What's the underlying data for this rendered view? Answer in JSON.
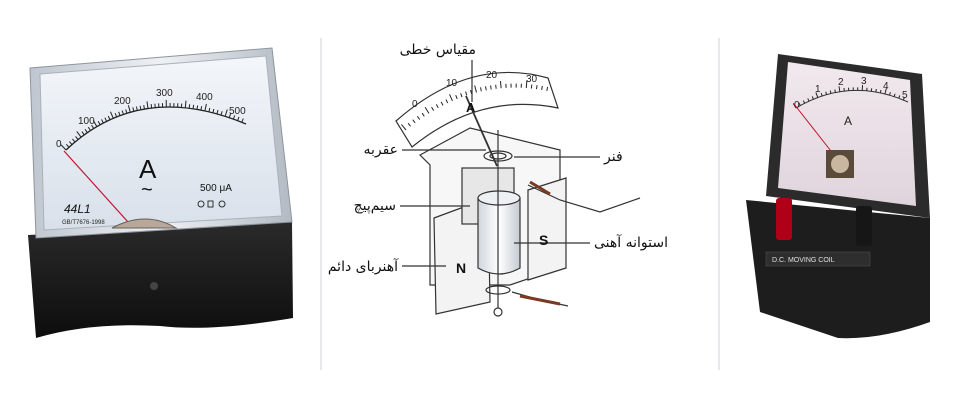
{
  "left_meter": {
    "scale_numbers": [
      "0",
      "100",
      "200",
      "300",
      "400",
      "500"
    ],
    "unit_symbol": "A",
    "ac_symbol": "~",
    "range_text": "500 μA",
    "model_text": "44L1",
    "spec_text": "GB/T7676-1998"
  },
  "diagram": {
    "scale_numbers": [
      "0",
      "10",
      "20",
      "30"
    ],
    "unit_symbol": "A",
    "pole_n": "N",
    "pole_s": "S",
    "labels": {
      "scale": "مقیاس خطی",
      "pointer": "عقربه",
      "coil": "سیم‌پیچ",
      "magnet": "آهنربای دائم",
      "spring": "فنر",
      "cylinder": "استوانه آهنی"
    }
  },
  "right_meter": {
    "scale_numbers": [
      "0",
      "1",
      "2",
      "3",
      "4",
      "5"
    ],
    "unit_symbol": "A",
    "base_text": "D.C. MOVING COIL"
  },
  "colors": {
    "meter_face": "#dfe7ef",
    "meter_body": "#1a1a1a",
    "terminal_red": "#b00018",
    "diagram_line": "#333333"
  }
}
